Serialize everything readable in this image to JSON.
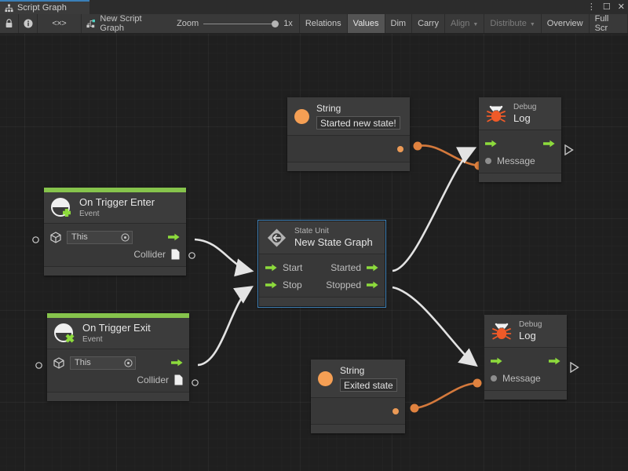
{
  "window": {
    "tab_label": "Script Graph",
    "tab_icon": "hierarchy-icon",
    "controls": {
      "menu": "⋮",
      "maximize": "☐",
      "close": "✕"
    }
  },
  "toolbar": {
    "lock_icon": "lock-icon",
    "info_icon": "info-icon",
    "code_label": "<×>",
    "graph_name": "New Script Graph",
    "zoom_label": "Zoom",
    "zoom_value": "1x",
    "buttons": [
      {
        "label": "Relations",
        "state": "normal"
      },
      {
        "label": "Values",
        "state": "active"
      },
      {
        "label": "Dim",
        "state": "normal"
      },
      {
        "label": "Carry",
        "state": "normal"
      },
      {
        "label": "Align",
        "state": "dim",
        "dropdown": true
      },
      {
        "label": "Distribute",
        "state": "dim",
        "dropdown": true
      },
      {
        "label": "Overview",
        "state": "normal"
      },
      {
        "label": "Full Scr",
        "state": "normal"
      }
    ]
  },
  "colors": {
    "accent_blue": "#3a7fb8",
    "event_green": "#86c44c",
    "flow_green": "#8ddb3c",
    "value_orange": "#eb9a56",
    "debug_orange": "#f05a28",
    "node_bg": "#383838",
    "canvas_bg": "#1f1f1f"
  },
  "nodes": {
    "string_top": {
      "title": "String",
      "icon": "string-value-icon",
      "value": "Started new state!",
      "output_port": "value-output"
    },
    "string_bottom": {
      "title": "String",
      "icon": "string-value-icon",
      "value": "Exited state",
      "output_port": "value-output"
    },
    "debug_top": {
      "subtitle": "Debug",
      "title": "Log",
      "icon": "bug-icon",
      "input_flow": "flow-input",
      "output_flow": "flow-output",
      "message_label": "Message"
    },
    "debug_bottom": {
      "subtitle": "Debug",
      "title": "Log",
      "icon": "bug-icon",
      "input_flow": "flow-input",
      "output_flow": "flow-output",
      "message_label": "Message"
    },
    "trigger_enter": {
      "title": "On Trigger Enter",
      "subtitle": "Event",
      "icon": "event-plus-icon",
      "target_value": "This",
      "collider_label": "Collider"
    },
    "trigger_exit": {
      "title": "On Trigger Exit",
      "subtitle": "Event",
      "icon": "event-cross-icon",
      "target_value": "This",
      "collider_label": "Collider"
    },
    "state_unit": {
      "subtitle": "State Unit",
      "title": "New  State  Graph",
      "icon": "state-unit-icon",
      "selected": true,
      "inputs": [
        "Start",
        "Stop"
      ],
      "outputs": [
        "Started",
        "Stopped"
      ]
    }
  }
}
